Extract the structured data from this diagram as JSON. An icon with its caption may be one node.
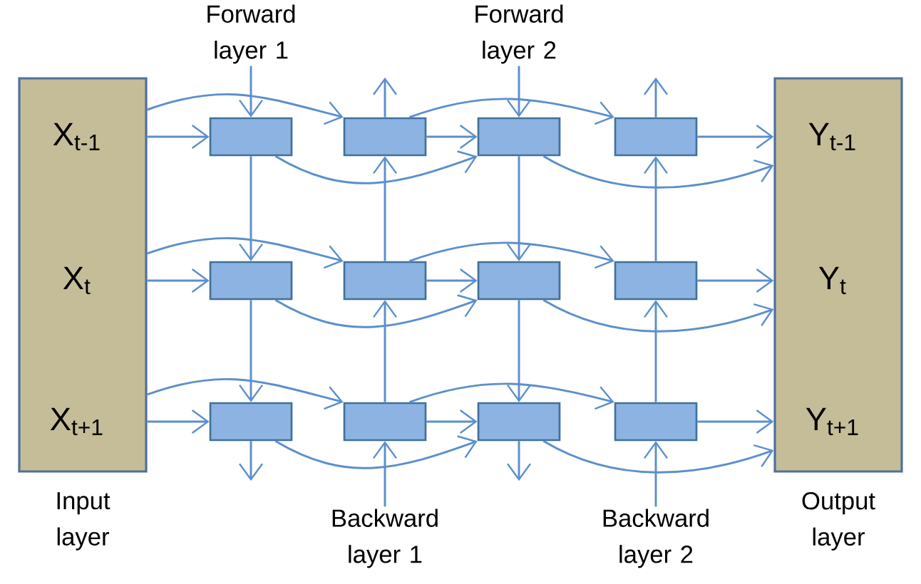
{
  "diagram": {
    "nodes": [
      {
        "text": [
          "X$_{t-1}$",
          "X$_{t}$",
          "X$_{t+1}$"
        ],
        "beside": [
          "Input layer"
        ]
      },
      {
        "text": [],
        "shape": "box"
      },
      {
        "text": [],
        "shape": "box"
      },
      {
        "text": [],
        "shape": "box"
      },
      {
        "text": [],
        "shape": "box"
      },
      {
        "text": [],
        "shape": "box"
      },
      {
        "text": [],
        "shape": "box"
      },
      {
        "text": [],
        "shape": "box"
      },
      {
        "text": [],
        "shape": "box"
      },
      {
        "text": [],
        "shape": "box"
      },
      {
        "text": [],
        "shape": "box"
      },
      {
        "text": [],
        "shape": "box"
      },
      {
        "text": [],
        "shape": "box"
      },
      {
        "text": [
          "Y$_{t-1}$",
          "Y$_{t}$",
          "Y$_{t+1}$"
        ],
        "beside": [
          "Output layer"
        ]
      },
      {
        "text": [
          "Forward layer 1"
        ]
      },
      {
        "text": [
          "Forward layer 2"
        ]
      },
      {
        "text": [
          "Backward layer 1"
        ]
      },
      {
        "text": [
          "Backward layer 2"
        ]
      }
    ],
    "edges": [
      {
        "from": 0,
        "to": 1,
        "arrow": "to"
      },
      {
        "from": 0,
        "to": 2,
        "arrow": "to"
      },
      {
        "from": 1,
        "to": 3,
        "arrow": "to"
      },
      {
        "from": 2,
        "to": 3,
        "arrow": "to"
      },
      {
        "from": 2,
        "to": 4,
        "arrow": "to"
      },
      {
        "from": 3,
        "to": 13,
        "arrow": "to"
      },
      {
        "from": 4,
        "to": 13,
        "arrow": "to"
      },
      {
        "from": 0,
        "to": 5,
        "arrow": "to"
      },
      {
        "from": 0,
        "to": 6,
        "arrow": "to"
      },
      {
        "from": 5,
        "to": 7,
        "arrow": "to"
      },
      {
        "from": 6,
        "to": 7,
        "arrow": "to"
      },
      {
        "from": 6,
        "to": 8,
        "arrow": "to"
      },
      {
        "from": 7,
        "to": 13,
        "arrow": "to"
      },
      {
        "from": 8,
        "to": 13,
        "arrow": "to"
      },
      {
        "from": 0,
        "to": 9,
        "arrow": "to"
      },
      {
        "from": 0,
        "to": 10,
        "arrow": "to"
      },
      {
        "from": 9,
        "to": 11,
        "arrow": "to"
      },
      {
        "from": 10,
        "to": 11,
        "arrow": "to"
      },
      {
        "from": 10,
        "to": 12,
        "arrow": "to"
      },
      {
        "from": 11,
        "to": 13,
        "arrow": "to"
      },
      {
        "from": 12,
        "to": 13,
        "arrow": "to"
      },
      {
        "from": 14,
        "to": 1,
        "arrow": "to"
      },
      {
        "from": 1,
        "to": 5,
        "arrow": "to"
      },
      {
        "from": 5,
        "to": 9,
        "arrow": "to"
      },
      {
        "from": 9,
        "to": null,
        "arrow": "to"
      },
      {
        "from": 15,
        "to": 3,
        "arrow": "to"
      },
      {
        "from": 3,
        "to": 7,
        "arrow": "to"
      },
      {
        "from": 7,
        "to": 11,
        "arrow": "to"
      },
      {
        "from": 11,
        "to": null,
        "arrow": "to"
      },
      {
        "from": 16,
        "to": 10,
        "arrow": "to"
      },
      {
        "from": 10,
        "to": 6,
        "arrow": "to"
      },
      {
        "from": 6,
        "to": 2,
        "arrow": "to"
      },
      {
        "from": 2,
        "to": null,
        "arrow": "to"
      },
      {
        "from": 17,
        "to": 12,
        "arrow": "to"
      },
      {
        "from": 12,
        "to": 8,
        "arrow": "to"
      },
      {
        "from": 8,
        "to": 4,
        "arrow": "to"
      },
      {
        "from": 4,
        "to": null,
        "arrow": "to"
      }
    ]
  }
}
